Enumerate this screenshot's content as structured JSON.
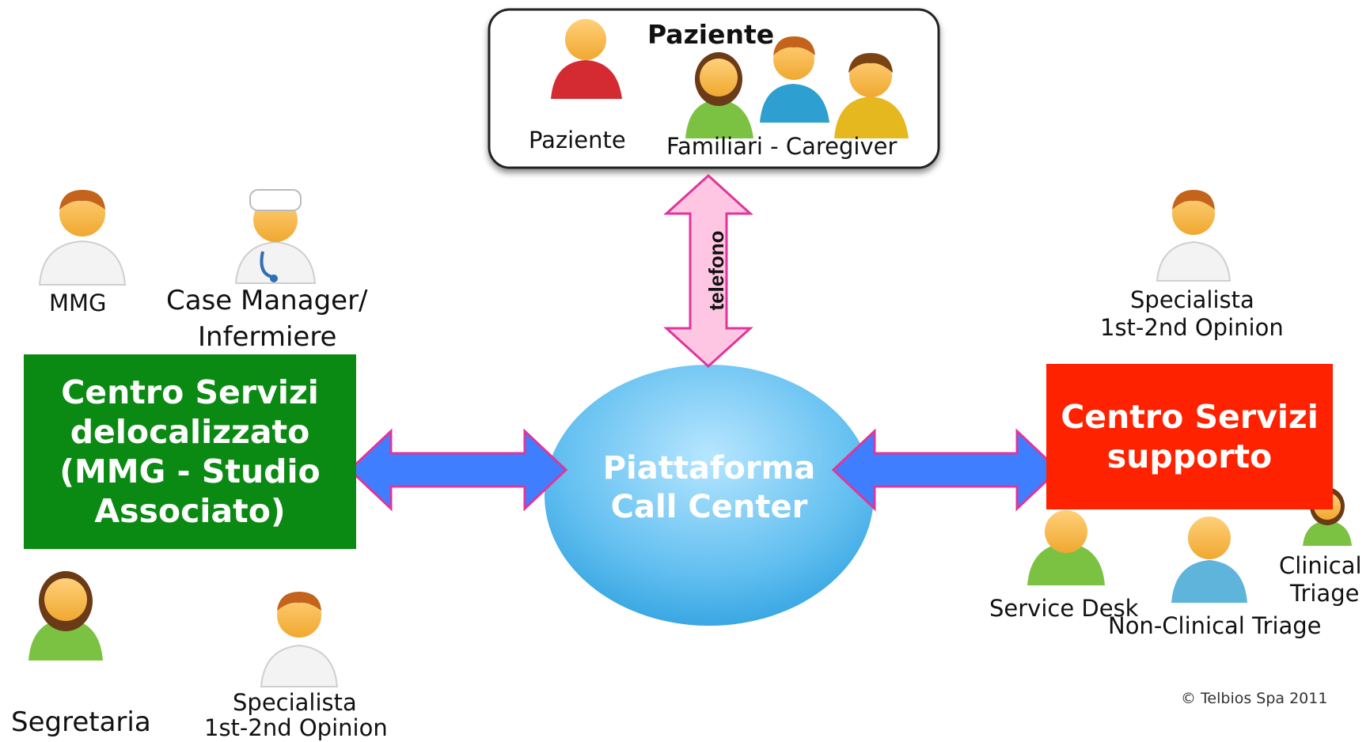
{
  "patient_box": {
    "title": "Paziente",
    "patient_label": "Paziente",
    "family_label": "Familiari - Caregiver"
  },
  "phone_link": {
    "label": "telefono"
  },
  "center": {
    "line1": "Piattaforma",
    "line2": "Call Center"
  },
  "left_box": {
    "line1": "Centro Servizi",
    "line2": "delocalizzato",
    "line3": "(MMG - Studio",
    "line4": "Associato)",
    "color": "#0a8a12"
  },
  "right_box": {
    "line1": "Centro Servizi",
    "line2": "supporto",
    "color": "#ff2200"
  },
  "left_people": {
    "mmg": "MMG",
    "case_manager_1": "Case Manager/",
    "case_manager_2": "Infermiere",
    "segretaria": "Segretaria",
    "specialista_1": "Specialista",
    "specialista_2": "1st-2nd Opinion"
  },
  "right_people": {
    "specialista_1": "Specialista",
    "specialista_2": "1st-2nd Opinion",
    "service_desk": "Service Desk",
    "non_clinical": "Non-Clinical Triage",
    "clinical_1": "Clinical",
    "clinical_2": "Triage"
  },
  "copyright": "© Telbios Spa 2011",
  "colors": {
    "arrow_blue": "#3f7fff",
    "arrow_border": "#e0359a",
    "phone_arrow": "#ffc6e3",
    "ellipse": "#62bff0"
  }
}
